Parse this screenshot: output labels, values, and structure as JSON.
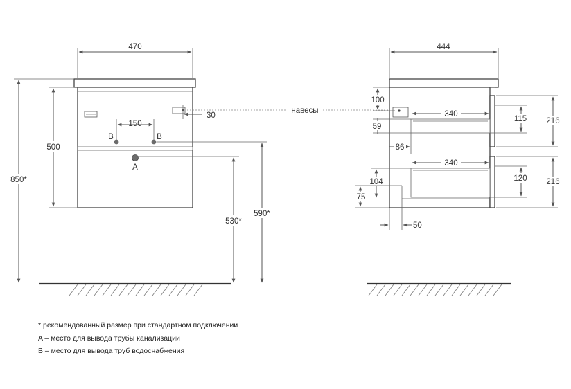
{
  "front_view": {
    "width_label": "470",
    "height_label": "500",
    "total_height_label": "850*",
    "pipe_spacing_label": "150",
    "hinge_offset_label": "30",
    "drain_height_label": "530*",
    "supply_height_label": "590*",
    "drain_label": "A",
    "supply_left_label": "B",
    "supply_right_label": "B"
  },
  "hinges_label": "навесы",
  "side_view": {
    "depth_label": "444",
    "hinge_top_label": "100",
    "drawer1_depth_label": "340",
    "drawer2_depth_label": "340",
    "drawer1_inner_label": "115",
    "drawer2_inner_label": "120",
    "drawer1_height_label": "216",
    "drawer2_height_label": "216",
    "dim_59_label": "59",
    "dim_86_label": "86",
    "dim_104_label": "104",
    "dim_75_label": "75",
    "dim_50_label": "50"
  },
  "notes": [
    "* рекомендованный размер при стандартном подключении",
    "A – место для вывода трубы канализации",
    "B – место для вывода труб водоснабжения"
  ]
}
